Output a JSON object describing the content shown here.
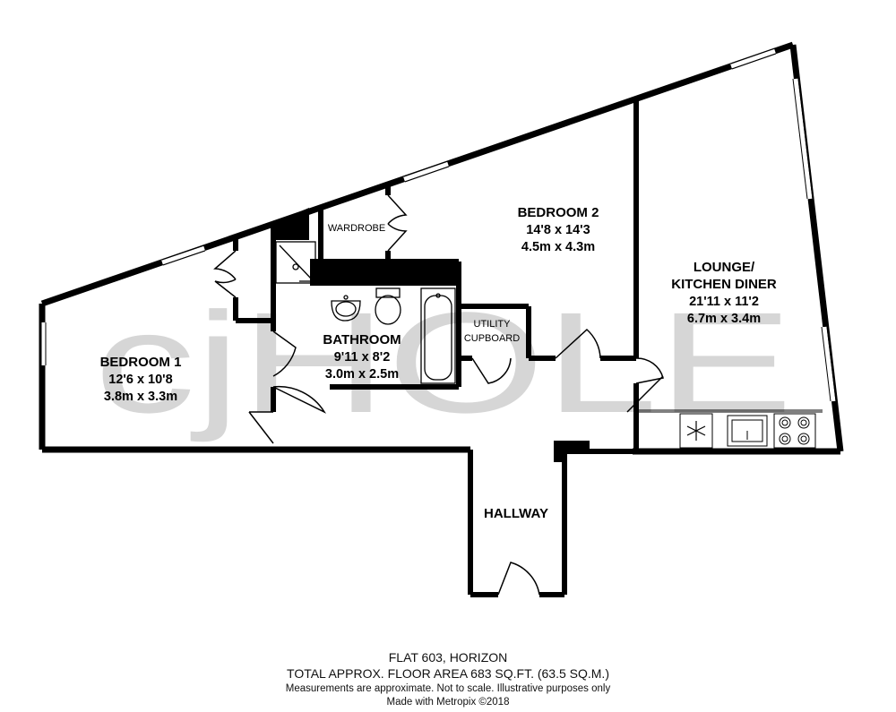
{
  "watermark": {
    "text": "cjHOLE",
    "color": "#b5b5b5"
  },
  "rooms": {
    "bedroom1": {
      "name": "BEDROOM 1",
      "imperial": "12'6 x 10'8",
      "metric": "3.8m x 3.3m"
    },
    "bedroom2": {
      "name": "BEDROOM 2",
      "imperial": "14'8 x 14'3",
      "metric": "4.5m x 4.3m"
    },
    "bathroom": {
      "name": "BATHROOM",
      "imperial": "9'11 x 8'2",
      "metric": "3.0m x 2.5m"
    },
    "lounge": {
      "name_line1": "LOUNGE/",
      "name_line2": "KITCHEN DINER",
      "imperial": "21'11 x 11'2",
      "metric": "6.7m x 3.4m"
    },
    "hallway": {
      "name": "HALLWAY"
    },
    "wardrobe": {
      "name": "WARDROBE"
    },
    "utility": {
      "name_line1": "UTILITY",
      "name_line2": "CUPBOARD"
    }
  },
  "footer": {
    "title": "FLAT 603, HORIZON",
    "area": "TOTAL APPROX. FLOOR AREA 683 SQ.FT. (63.5 SQ.M.)",
    "disclaimer": "Measurements are approximate.  Not to scale.  Illustrative purposes only",
    "credit": "Made with Metropix ©2018"
  },
  "colors": {
    "wall": "#000000",
    "window": "#ffffff"
  },
  "icons": [
    "freezer-snowflake-icon",
    "sink-icon",
    "hob-icon",
    "toilet-icon",
    "basin-icon",
    "bath-icon",
    "shower-icon"
  ]
}
